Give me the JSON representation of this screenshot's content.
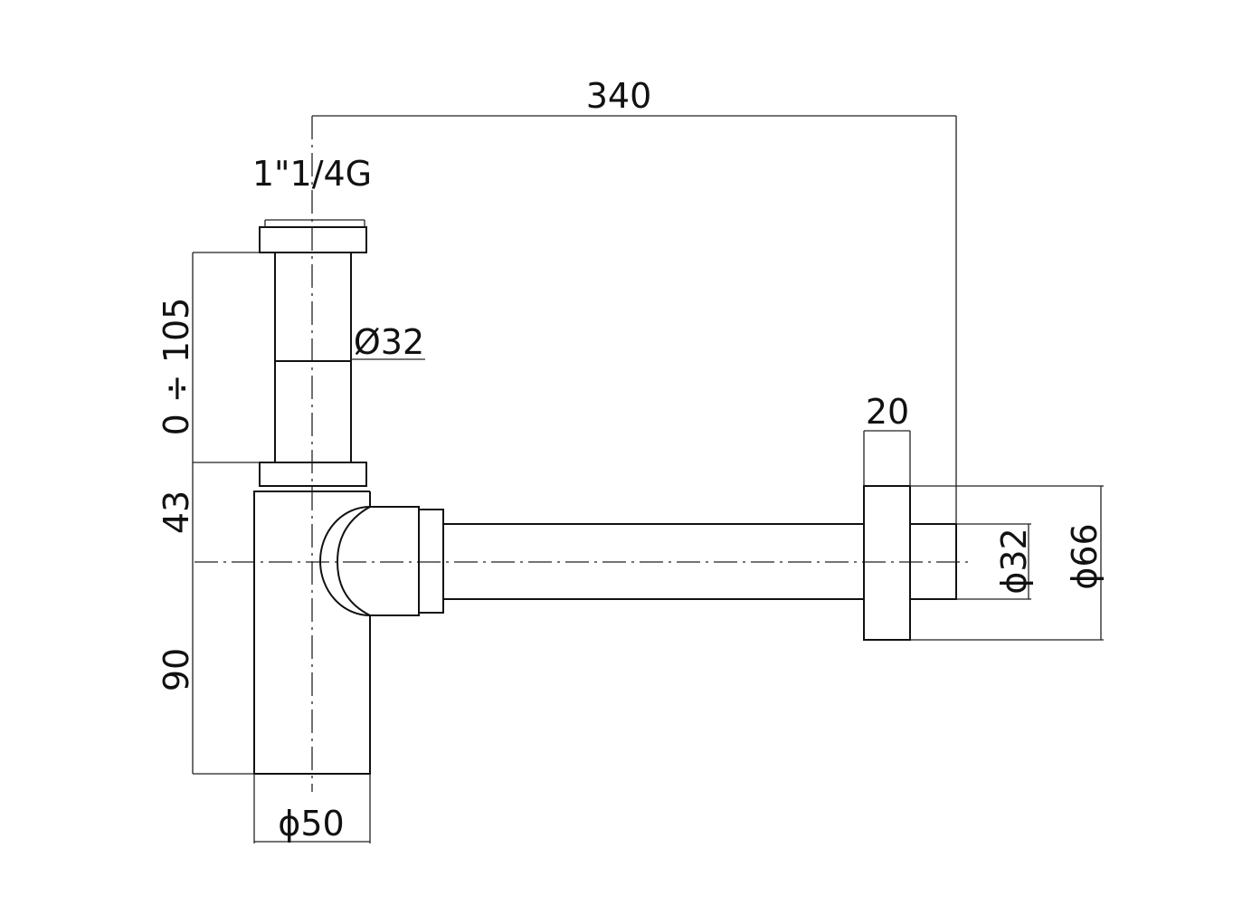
{
  "dimensions": {
    "overall_length": "340",
    "thread": "1\"1/4G",
    "inlet_tube_diameter": "Ø32",
    "height_adjust": "0 ÷ 105",
    "flange_height": "43",
    "body_height": "90",
    "body_diameter": "ϕ50",
    "rosette_thickness": "20",
    "outlet_diameter": "ϕ32",
    "rosette_diameter": "ϕ66"
  }
}
